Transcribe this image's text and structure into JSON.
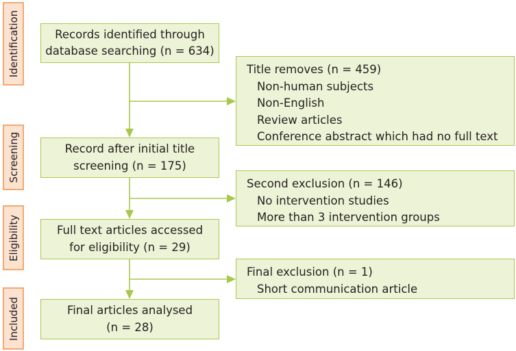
{
  "phases": {
    "identification": "Identification",
    "screening": "Screening",
    "eligibility": "Eligibility",
    "included": "Included"
  },
  "main_boxes": {
    "identified": [
      "Records identified through",
      "database searching (n = 634)"
    ],
    "screened": [
      "Record after initial title",
      "screening (n = 175)"
    ],
    "eligible": [
      "Full text articles accessed",
      "for eligibility (n = 29)"
    ],
    "included": [
      "Final articles analysed",
      "(n = 28)"
    ]
  },
  "exclusion_boxes": {
    "title": {
      "heading": "Title removes (n = 459)",
      "items": [
        "Non-human subjects",
        "Non-English",
        "Review articles",
        "Conference abstract which had no full text"
      ]
    },
    "second": {
      "heading": "Second exclusion (n = 146)",
      "items": [
        "No intervention studies",
        "More than 3 intervention groups"
      ]
    },
    "final": {
      "heading": "Final exclusion (n = 1)",
      "items": [
        "Short communication article"
      ]
    }
  },
  "colors": {
    "box_fill": "#edf3d6",
    "box_border": "#a9c74b",
    "arrow": "#a9c74b",
    "phase_fill": "#fbe3cf",
    "phase_border": "#f2a874"
  }
}
